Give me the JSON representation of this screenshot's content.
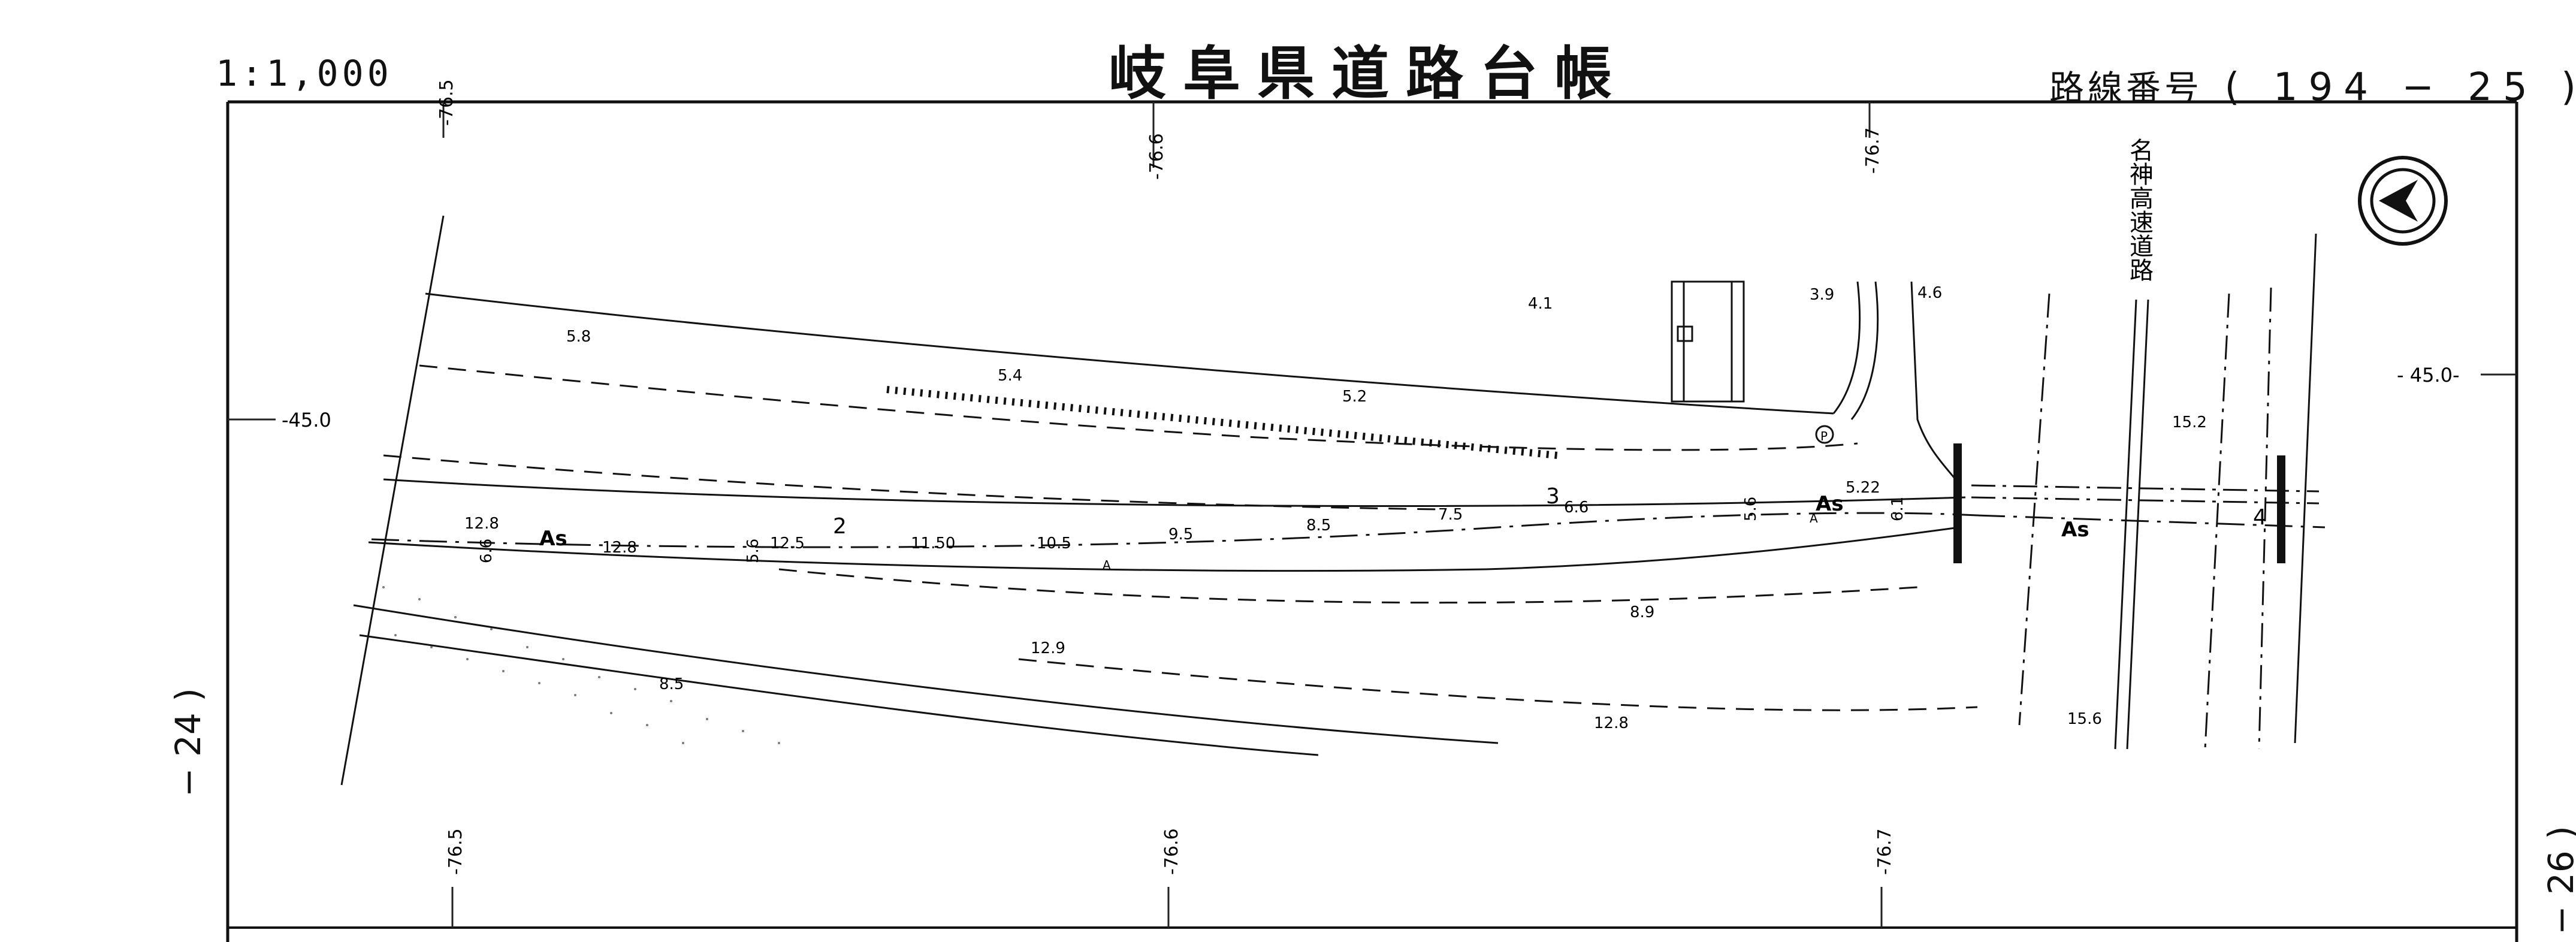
{
  "header": {
    "scale": "1:1,000",
    "title": "岐阜県道路台帳",
    "route_label": "路線番号",
    "route_number": "( 194 − 25 )"
  },
  "sheet": {
    "left_neighbor": "− 24 )",
    "right_neighbor": "− 26 )"
  },
  "grid": {
    "x_labels": [
      "-76.5",
      "-76.6",
      "-76.7"
    ],
    "y_left": "-45.0",
    "y_right": "- 45.0-"
  },
  "map": {
    "expressway_label": "名神高速道路",
    "surface_label": "As",
    "surface_small_label": "A",
    "station_markers": [
      "2",
      "3",
      "4"
    ],
    "widths": [
      "6.6",
      "5.6",
      "5.6",
      "6.1",
      "5.22"
    ],
    "spot_heights": [
      "5.8",
      "5.4",
      "5.2",
      "4.1",
      "3.9",
      "4.6",
      "15.2",
      "12.8",
      "12.8",
      "12.5",
      "11.50",
      "10.5",
      "9.5",
      "8.5",
      "7.5",
      "6.6",
      "12.9",
      "8.9",
      "8.5",
      "12.8",
      "15.6"
    ],
    "parking_symbol": "P",
    "north_arrow": "north-arrow"
  }
}
